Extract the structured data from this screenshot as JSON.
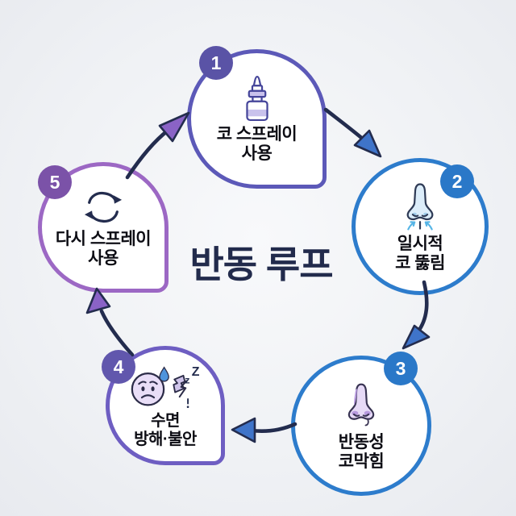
{
  "title": "반동 루프",
  "steps": [
    {
      "number": "1",
      "line1": "코 스프레이",
      "line2": "사용",
      "icon": "nasal-spray-icon",
      "shape": "teardrop",
      "border_color": "#5c59b8",
      "badge_color": "#5a53a6"
    },
    {
      "number": "2",
      "line1": "일시적",
      "line2": "코 뚫림",
      "icon": "nose-breathing-icon",
      "shape": "circle",
      "border_color": "#2d7ccc",
      "badge_color": "#2a78c8"
    },
    {
      "number": "3",
      "line1": "반동성",
      "line2": "코막힘",
      "icon": "congested-nose-icon",
      "shape": "circle",
      "border_color": "#2d7ccc",
      "badge_color": "#2a78c8"
    },
    {
      "number": "4",
      "line1": "수면",
      "line2": "방해·불안",
      "icon": "sleep-disturbance-icon",
      "shape": "teardrop",
      "border_color": "#6e5ec2",
      "badge_color": "#6157ad"
    },
    {
      "number": "5",
      "line1": "다시 스프레이",
      "line2": "사용",
      "icon": "repeat-cycle-icon",
      "shape": "teardrop",
      "border_color": "#9c68c4",
      "badge_color": "#7b52a8"
    }
  ],
  "arrows": [
    {
      "from": "5",
      "to": "1",
      "head_color": "#8a63c6"
    },
    {
      "from": "1",
      "to": "2",
      "head_color": "#3f74c9"
    },
    {
      "from": "2",
      "to": "3",
      "head_color": "#3f74c9"
    },
    {
      "from": "3",
      "to": "4",
      "head_color": "#3f74c9"
    },
    {
      "from": "4",
      "to": "5",
      "head_color": "#8a63c6"
    }
  ],
  "colors": {
    "background": "#eef0f4",
    "arrow_shaft": "#232c4e",
    "title_color": "#222b4c",
    "bubble_fill": "#ffffff"
  }
}
